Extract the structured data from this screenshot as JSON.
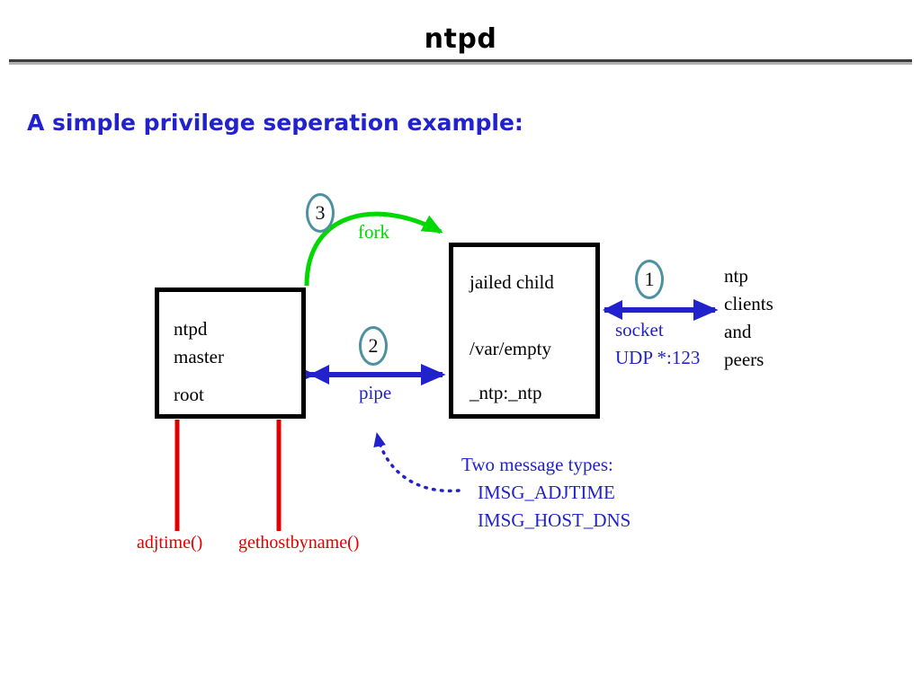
{
  "slide_title": "ntpd",
  "heading": "A simple privilege seperation example:",
  "colors": {
    "blue": "#2222cc",
    "green": "#00d800",
    "red": "#e00000",
    "badge": "#4d90a0"
  },
  "diagram": {
    "master_box": {
      "lines": [
        "ntpd",
        "master",
        "root"
      ]
    },
    "child_box": {
      "lines": [
        "jailed child",
        "/var/empty",
        "_ntp:_ntp"
      ]
    },
    "badges": [
      "1",
      "2",
      "3"
    ],
    "fork_label": "fork",
    "pipe_label": "pipe",
    "socket_label": [
      "socket",
      "UDP *:123"
    ],
    "clients_label": [
      "ntp",
      "clients",
      "and",
      "peers"
    ],
    "message_types": {
      "title": "Two message types:",
      "items": [
        "IMSG_ADJTIME",
        "IMSG_HOST_DNS"
      ]
    },
    "syscalls": [
      "adjtime()",
      "gethostbyname()"
    ]
  }
}
